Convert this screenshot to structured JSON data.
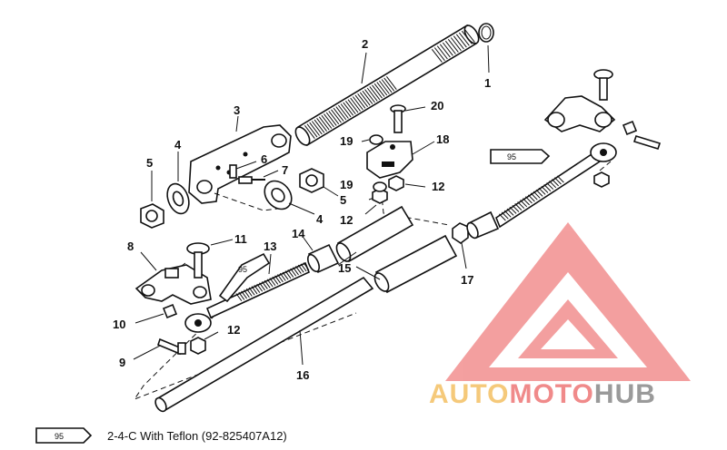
{
  "diagram": {
    "callouts": [
      {
        "id": "c1",
        "text": "1"
      },
      {
        "id": "c2",
        "text": "2"
      },
      {
        "id": "c3",
        "text": "3"
      },
      {
        "id": "c4a",
        "text": "4"
      },
      {
        "id": "c4b",
        "text": "4"
      },
      {
        "id": "c5a",
        "text": "5"
      },
      {
        "id": "c5b",
        "text": "5"
      },
      {
        "id": "c6",
        "text": "6"
      },
      {
        "id": "c7",
        "text": "7"
      },
      {
        "id": "c8",
        "text": "8"
      },
      {
        "id": "c9",
        "text": "9"
      },
      {
        "id": "c10",
        "text": "10"
      },
      {
        "id": "c11",
        "text": "11"
      },
      {
        "id": "c12a",
        "text": "12"
      },
      {
        "id": "c12b",
        "text": "12"
      },
      {
        "id": "c12c",
        "text": "12"
      },
      {
        "id": "c13",
        "text": "13"
      },
      {
        "id": "c14",
        "text": "14"
      },
      {
        "id": "c15",
        "text": "15"
      },
      {
        "id": "c16",
        "text": "16"
      },
      {
        "id": "c17",
        "text": "17"
      },
      {
        "id": "c18",
        "text": "18"
      },
      {
        "id": "c19a",
        "text": "19"
      },
      {
        "id": "c19b",
        "text": "19"
      },
      {
        "id": "c20",
        "text": "20"
      }
    ],
    "tube_label": "95"
  },
  "legend": {
    "tube_label": "95",
    "text": "2-4-C  With Teflon (92-825407A12)"
  },
  "watermark": {
    "auto": "AUTO",
    "moto": "MOTO",
    "hub": "HUB",
    "colors": {
      "auto": "#f5c97a",
      "moto": "#f08a8a",
      "hub": "#9a9a9a",
      "triangle": "#f08080"
    }
  }
}
